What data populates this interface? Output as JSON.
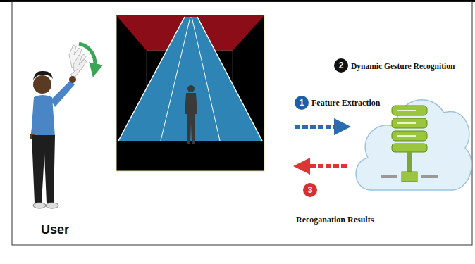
{
  "diagram": {
    "labels": [
      "User",
      "1",
      "Feature Extraction",
      "2",
      "Dynamic Gesture Recognition",
      "3",
      "Recoganation Results"
    ]
  }
}
